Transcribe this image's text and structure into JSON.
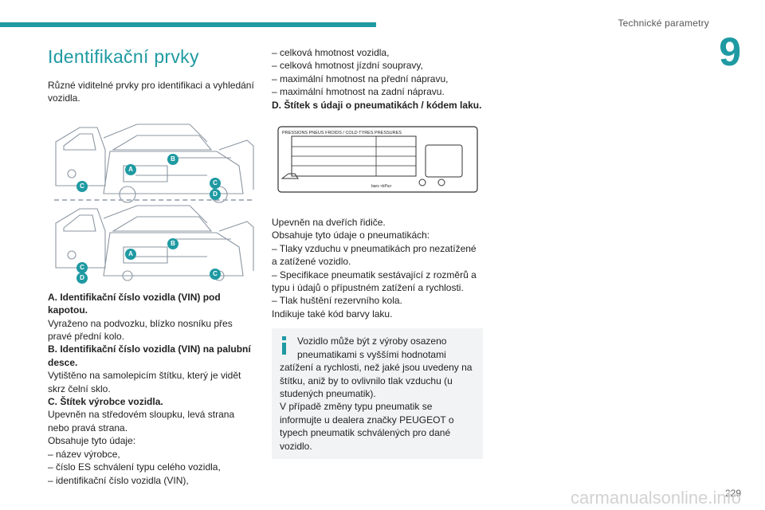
{
  "header": {
    "section_title": "Technické parametry",
    "chapter_number": "9"
  },
  "page": {
    "title": "Identifikační prvky",
    "number": "229",
    "watermark": "carmanualsonline.info"
  },
  "intro": "Různé viditelné prvky pro identifikaci a vyhledání vozidla.",
  "figure": {
    "labels": [
      "A",
      "B",
      "C",
      "D"
    ]
  },
  "col1": {
    "a_title": "A. Identifikační číslo vozidla (VIN) pod kapotou.",
    "a_text": "Vyraženo na podvozku, blízko nosníku přes pravé přední kolo.",
    "b_title": "B. Identifikační číslo vozidla (VIN) na palubní desce.",
    "b_text": "Vytištěno na samolepicím štítku, který je vidět skrz čelní sklo.",
    "c_title": "C. Štítek výrobce vozidla.",
    "c_text": "Upevněn na středovém sloupku, levá strana nebo pravá strana.",
    "c_contains": "Obsahuje tyto údaje:",
    "c_items": [
      "– název výrobce,",
      "– číslo ES schválení typu celého vozidla,",
      "– identifikační číslo vozidla (VIN),"
    ]
  },
  "col2": {
    "c_items_cont": [
      "– celková hmotnost vozidla,",
      "– celková hmotnost jízdní soupravy,",
      "– maximální hmotnost na přední nápravu,",
      "– maximální hmotnost na zadní nápravu."
    ],
    "d_title": "D. Štítek s údaji o pneumatikách / kódem laku.",
    "tyre_label": {
      "heading": "PRESSIONS PNEUS FROIDS / COLD TYRES PRESSURES",
      "units": "bars   <kPa>"
    },
    "d_lines": [
      "Upevněn na dveřích řidiče.",
      "Obsahuje tyto údaje o pneumatikách:",
      "– Tlaky vzduchu v pneumatikách pro nezatížené a zatížené vozidlo.",
      "– Specifikace pneumatik sestávající z rozměrů a typu i údajů o přípustném zatížení a rychlosti.",
      "– Tlak huštění rezervního kola.",
      "Indikuje také kód barvy laku."
    ],
    "info_first": "Vozidlo může být z výroby osazeno pneumatikami s vyššími hodnotami",
    "info_rest": "zatížení a rychlosti, než jaké jsou uvedeny na štítku, aniž by to ovlivnilo tlak vzduchu (u studených pneumatik).",
    "info_para2": "V případě změny typu pneumatik se informujte u dealera značky PEUGEOT o typech pneumatik schválených pro dané vozidlo."
  },
  "colors": {
    "accent": "#1f9aa2",
    "info_bg": "#f2f3f4"
  }
}
